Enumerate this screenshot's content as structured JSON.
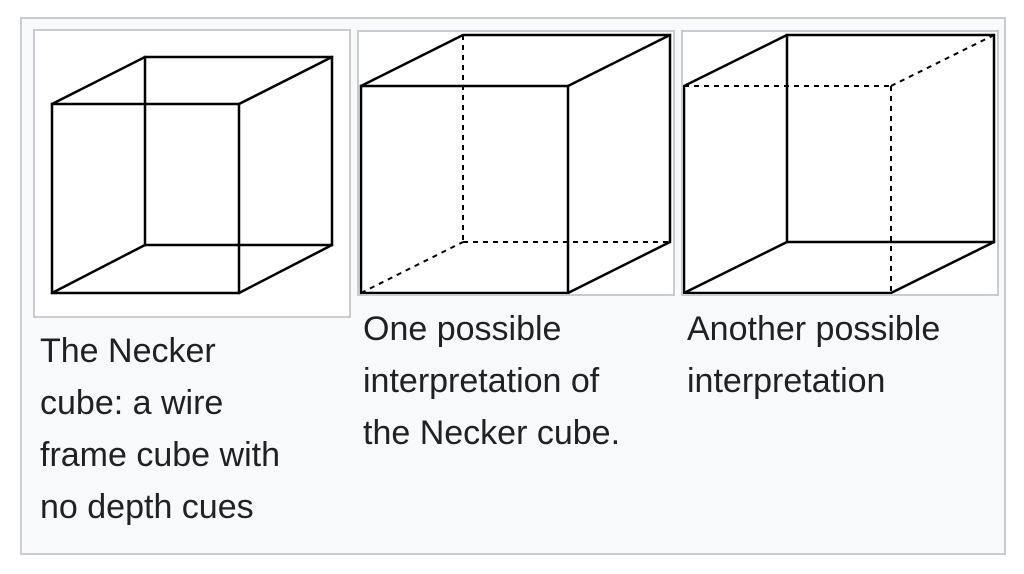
{
  "figures": [
    {
      "caption": "The Necker\ncube: a wire\nframe cube with\nno depth cues"
    },
    {
      "caption": "One possible\ninterpretation of\nthe Necker cube."
    },
    {
      "caption": "Another possible\ninterpretation"
    }
  ],
  "colors": {
    "panel_background": "#f8f9fa",
    "border": "#c8ccd1",
    "line": "#000000",
    "text": "#202122"
  }
}
